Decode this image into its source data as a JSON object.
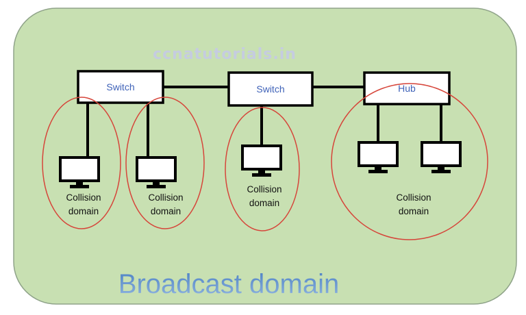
{
  "watermark": "ccnatutorials.in",
  "devices": {
    "switch_left": "Switch",
    "switch_middle": "Switch",
    "hub": "Hub"
  },
  "collision_domains": [
    {
      "line1": "Collision",
      "line2": "domain"
    },
    {
      "line1": "Collision",
      "line2": "domain"
    },
    {
      "line1": "Collision",
      "line2": "domain"
    },
    {
      "line1": "Collision",
      "line2": "domain"
    }
  ],
  "broadcast_domain_label": "Broadcast domain",
  "colors": {
    "background": "#c8e0b2",
    "domain_outline": "#d6453a",
    "device_label": "#3f62b8",
    "broadcast_label": "#4a7fc4"
  }
}
